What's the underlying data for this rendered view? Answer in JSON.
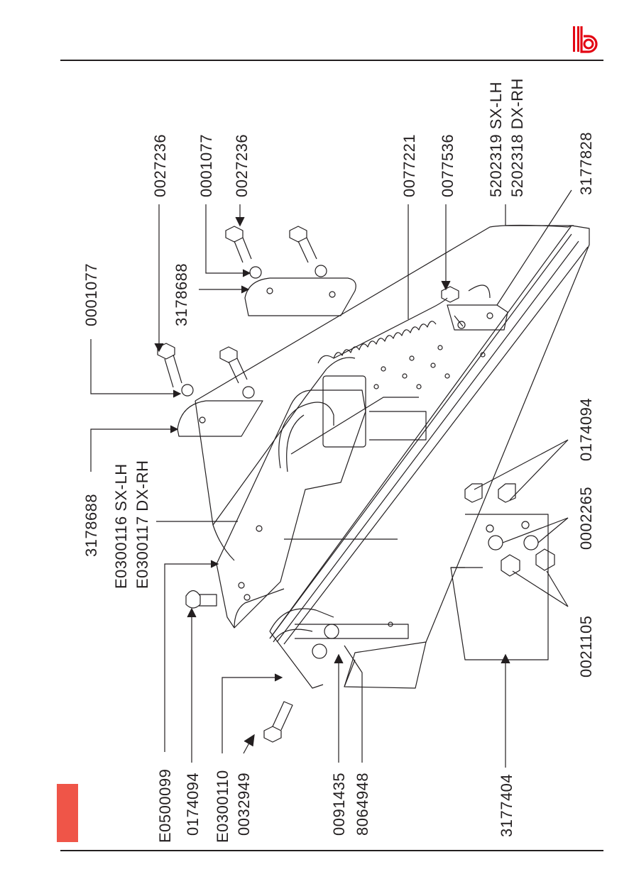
{
  "brand": {
    "logo_icon": "bb-logo-icon",
    "accent_color": "#ef5548",
    "logo_color": "#e30613"
  },
  "parts": {
    "top": {
      "p0027236_a": "0027236",
      "p0001077_a": "0001077",
      "p0027236_b": "0027236",
      "p0077221": "0077221",
      "p0077536": "0077536",
      "p5202319": "5202319 SX-LH",
      "p5202318": "5202318 DX-RH",
      "p3177828": "3177828"
    },
    "left": {
      "p0001077_b": "0001077",
      "p3178688_a": "3178688",
      "p3178688_b": "3178688",
      "pE0300116": "E0300116 SX-LH",
      "pE0300117": "E0300117 DX-RH"
    },
    "bottom": {
      "pE0500099": "E0500099",
      "p0174094_a": "0174094",
      "pE0300110": "E0300110",
      "p0032949": "0032949",
      "p0091435": "0091435",
      "p8064948": "8064948",
      "p3177404": "3177404"
    },
    "right": {
      "p0174094_b": "0174094",
      "p0002265": "0002265",
      "p0021105": "0021105"
    }
  }
}
